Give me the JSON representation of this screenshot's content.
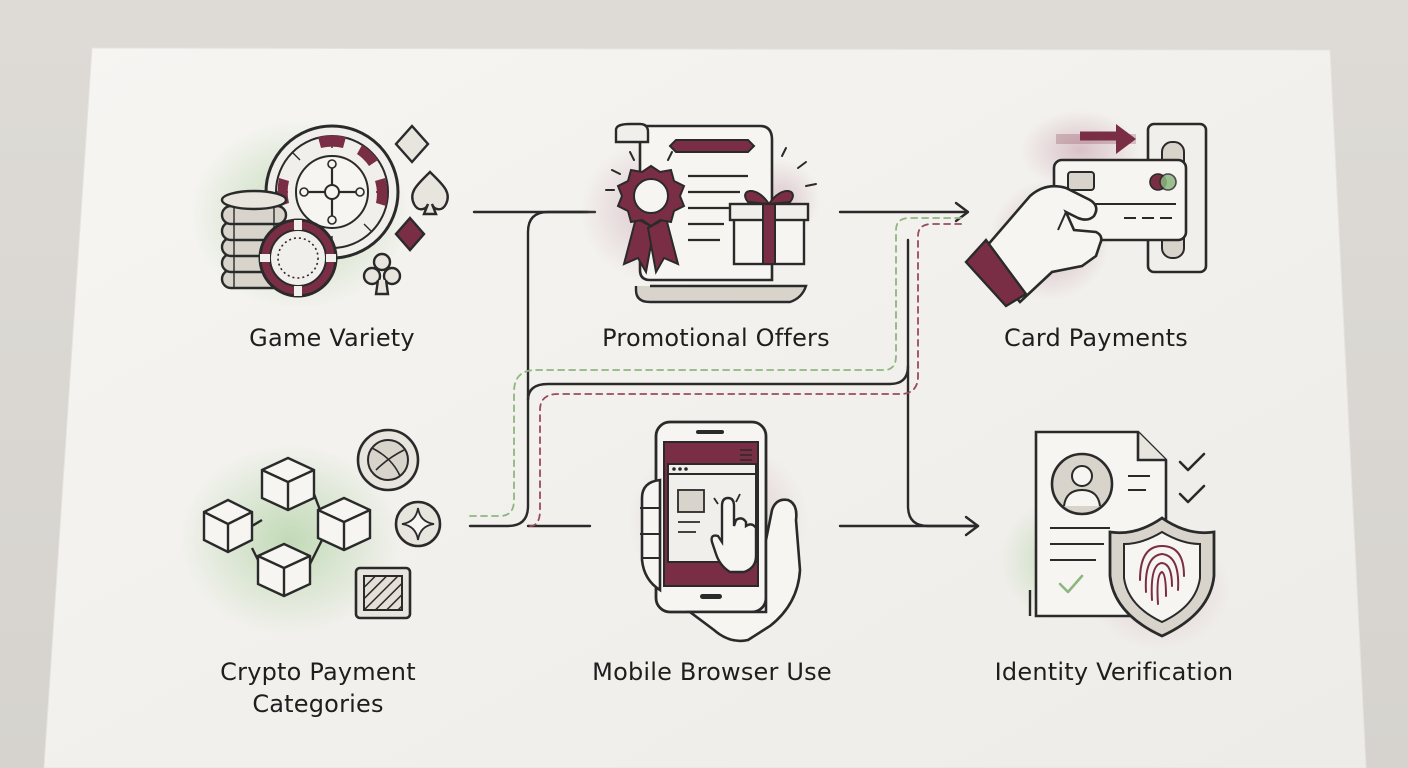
{
  "diagram": {
    "nodes": [
      {
        "id": "game_variety",
        "label": "Game Variety"
      },
      {
        "id": "promotional_offers",
        "label": "Promotional Offers"
      },
      {
        "id": "card_payments",
        "label": "Card Payments"
      },
      {
        "id": "crypto_payment_categories",
        "label": "Crypto Payment Categories",
        "label_line1": "Crypto Payment",
        "label_line2": "Categories"
      },
      {
        "id": "mobile_browser_use",
        "label": "Mobile Browser Use"
      },
      {
        "id": "identity_verification",
        "label": "Identity Verification"
      }
    ],
    "edges": [
      {
        "from": "game_variety",
        "to": "promotional_offers",
        "style": "solid"
      },
      {
        "from": "promotional_offers",
        "to": "card_payments",
        "style": "solid"
      },
      {
        "from": "crypto_payment_categories",
        "to": "card_payments",
        "style": "dashed-green"
      },
      {
        "from": "crypto_payment_categories",
        "to": "card_payments",
        "style": "dashed-maroon"
      },
      {
        "from": "mobile_browser_use",
        "to": "identity_verification",
        "style": "solid"
      },
      {
        "from": "game_variety",
        "to": "mobile_browser_use",
        "style": "solid"
      },
      {
        "from": "promotional_offers",
        "to": "identity_verification",
        "style": "solid"
      }
    ]
  },
  "colors": {
    "line": "#2a2a2a",
    "maroon": "#7a2e45",
    "green_glow": "#b9d6ad",
    "maroon_glow": "#c9a3b0",
    "icon_fill_light": "#f1efeb",
    "icon_fill_grey": "#d8d4cc",
    "paper": "#f4f3f0"
  },
  "icons": [
    "roulette-icon",
    "poker-chips-icon",
    "card-suits-icon",
    "certificate-scroll-icon",
    "award-ribbon-icon",
    "gift-box-icon",
    "hand-card-icon",
    "card-terminal-icon",
    "blockchain-cubes-icon",
    "crypto-coin-icon",
    "smartphone-icon",
    "tap-hand-icon",
    "id-document-icon",
    "fingerprint-shield-icon",
    "checkmark-icon"
  ]
}
